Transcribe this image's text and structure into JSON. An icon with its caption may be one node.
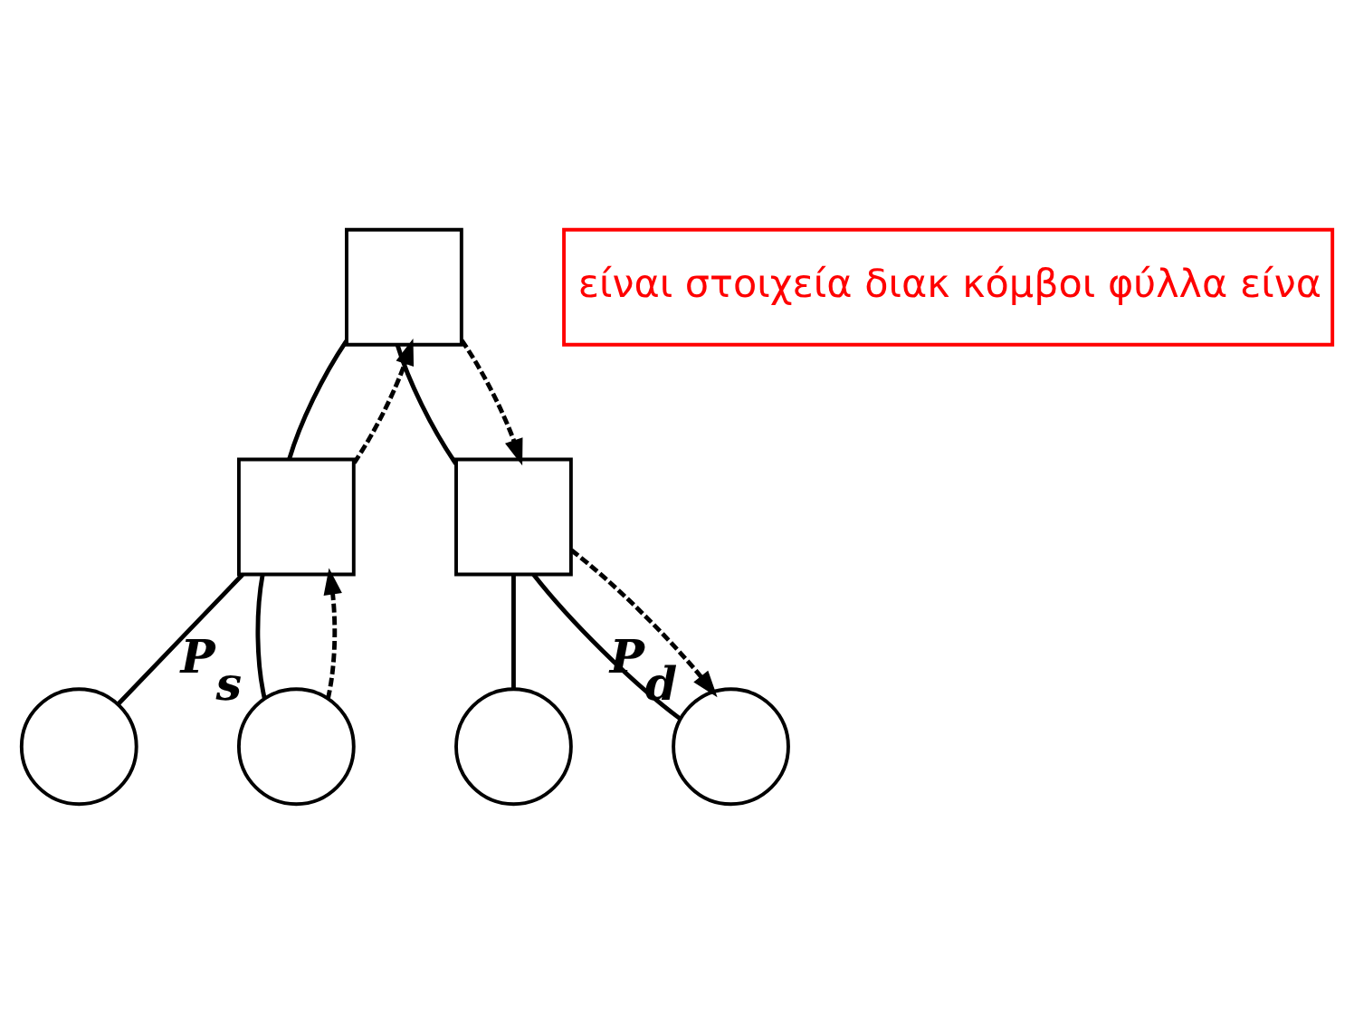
{
  "diagram": {
    "nodes": [
      {
        "text": [],
        "shape": "box"
      },
      {
        "text": [],
        "shape": "box"
      },
      {
        "text": [],
        "shape": "box"
      },
      {
        "text": [],
        "shape": "circle"
      },
      {
        "text": [],
        "shape": "circle",
        "beside": [
          "P$_{s}$"
        ]
      },
      {
        "text": [],
        "shape": "circle"
      },
      {
        "text": [],
        "shape": "circle",
        "beside": [
          "P$_{d}$"
        ]
      },
      {
        "text": [
          "είναι στοιχεία διακ κόμβοι φύλλα είνα"
        ]
      }
    ],
    "edges": [
      {
        "from": 0,
        "to": 1,
        "arrow": "none"
      },
      {
        "from": 0,
        "to": 2,
        "arrow": "none"
      },
      {
        "from": 1,
        "to": 3,
        "arrow": "none"
      },
      {
        "from": 1,
        "to": 4,
        "arrow": "none"
      },
      {
        "from": 2,
        "to": 5,
        "arrow": "none"
      },
      {
        "from": 2,
        "to": 6,
        "arrow": "none"
      },
      {
        "from": 4,
        "to": 1,
        "arrow": "to",
        "style": "dashed"
      },
      {
        "from": 1,
        "to": 0,
        "arrow": "to",
        "style": "dashed"
      },
      {
        "from": 0,
        "to": 2,
        "arrow": "to",
        "style": "dashed"
      },
      {
        "from": 2,
        "to": 6,
        "arrow": "to",
        "style": "dashed"
      }
    ]
  }
}
